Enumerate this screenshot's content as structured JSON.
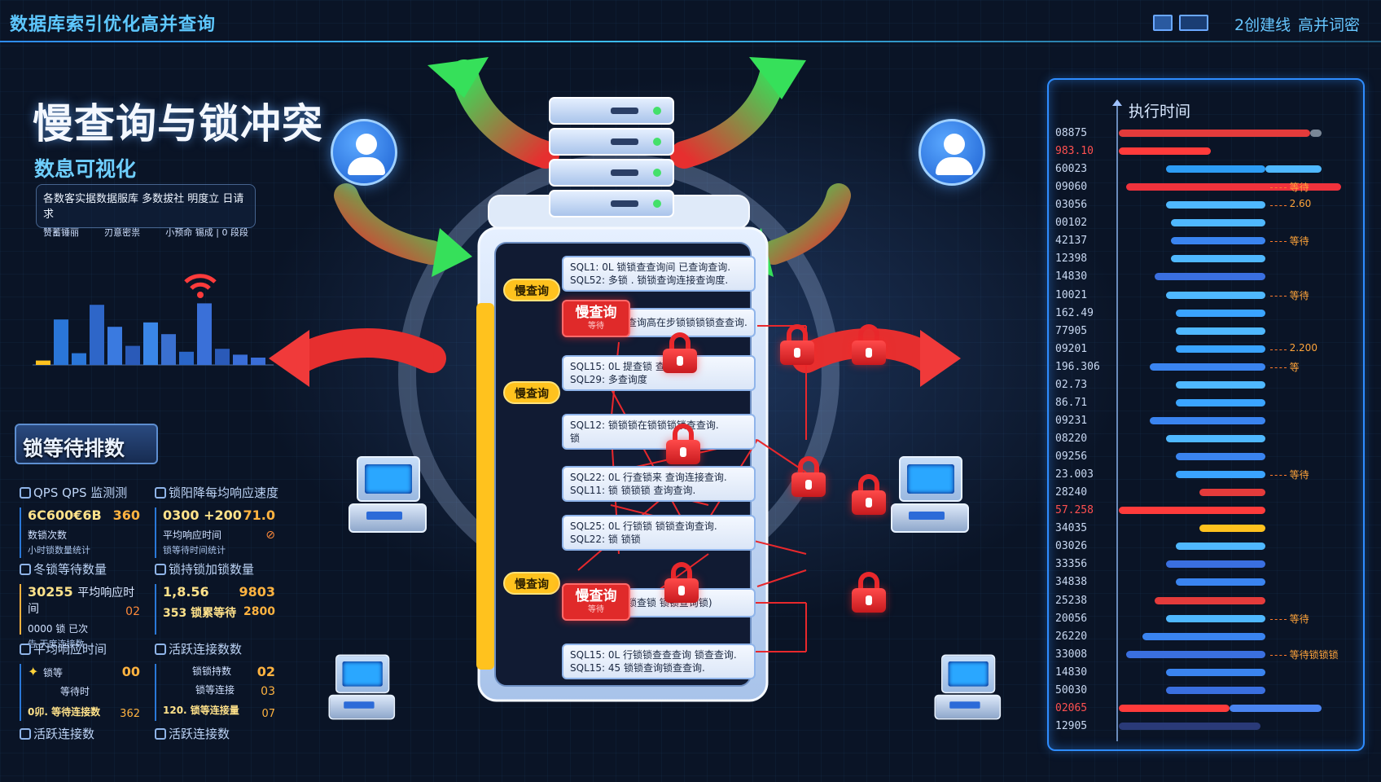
{
  "header": {
    "brand": "数据库索引优化高并查询",
    "link_1": "2创建线",
    "link_2": "高并词密"
  },
  "hero": {
    "title": "慢查询与锁冲突",
    "subtitle": "数息可视化",
    "desc_line": "各数客实据数据服库 多数拔社 明度立 日请求",
    "desc_items": [
      "赞蓄锤丽",
      "刃意密祟",
      "小预命 锡成 | 0 段段"
    ]
  },
  "rank_badge": "锁等待排数",
  "metrics": [
    {
      "title": "QPS QPS 监测测",
      "v1": "6C600€6B",
      "v1r": "360",
      "v2": "数锁次数",
      "v3": "小时锁数量统计"
    },
    {
      "title": "锁阳降每均响应速度",
      "v1": "0300 +200",
      "v1r": "71.0",
      "v2": "平均响应时间",
      "v2r": "⊘",
      "v3": "锁等待时间统计"
    },
    {
      "title": "冬锁等待数量",
      "v1": "30255",
      "v1_note": "平均响应时间",
      "v2": "0000 锁 已次",
      "v2r": "02",
      "v3": "告 天度连接数"
    },
    {
      "title": "锁持锁加锁数量",
      "v1": "1,8.56",
      "v1r": "9803",
      "v2": "353  锁累等待",
      "v2r": "2800"
    },
    {
      "title": "平均响应时间",
      "v1": "锁等",
      "v1r": "00",
      "v2": "等待时",
      "v3": "0卯. 等待连接数",
      "v3r": "362"
    },
    {
      "title": "活跃连接数数",
      "v1": "锁锁持数",
      "v1r": "02",
      "v2": "锁等连接",
      "v2r": "03",
      "v3": "120. 锁等连接量",
      "v3r": "07"
    }
  ],
  "foot_labels": [
    "活跃连接数",
    "活跃连接数"
  ],
  "center": {
    "slow_tag": "慢查询",
    "red_tag": "慢查询",
    "red_tag_small": "等待",
    "sql_cards": [
      {
        "s1": "SQL1: 0L 锁锁查查询间 已查询查询.",
        "s2": "SQL52: 多锁 . 锁锁查询连接查询度."
      },
      {
        "s1": "查询高在步锁锁锁锁查查询.",
        "s2": ""
      },
      {
        "s1": "SQL15: 0L 提查锁  查锁查度.",
        "s2": "SQL29: 多查询度"
      },
      {
        "s1": "SQL12: 锁锁锁在锁锁锁锁查查询.",
        "s2": "锁"
      },
      {
        "s1": "SQL22: 0L 行查锁来  查询连接查询.",
        "s2": "SQL11: 锁 锁锁锁 查询查询."
      },
      {
        "s1": "SQL25: 0L 行锁锁  锁锁查询查询.",
        "s2": "SQL22: 锁 锁锁"
      },
      {
        "s1": "锁查锁          锁锁查询锁)",
        "s2": ""
      },
      {
        "s1": "SQL15: 0L 行锁锁查查查询 锁查查询.",
        "s2": "SQL15: 45 锁锁查询锁查查询."
      }
    ]
  },
  "exec_panel": {
    "title": "执行时间",
    "rows": [
      {
        "label": "08875",
        "start": 0.0,
        "end": 0.81,
        "color": "#e43b3b",
        "tail": "#7a8797"
      },
      {
        "label": "983.10",
        "start": 0.0,
        "end": 0.39,
        "color": "#ff3b3b",
        "red_label": true
      },
      {
        "label": "60023",
        "start": 0.2,
        "end": 0.62,
        "color": "#2d9df5",
        "tail": "#4fb8ff"
      },
      {
        "label": "09060",
        "start": 0.03,
        "end": 0.94,
        "color": "#f0323c",
        "note": "等待",
        "tail": "#7a8797"
      },
      {
        "label": "03056",
        "start": 0.2,
        "end": 0.62,
        "color": "#4fb8ff",
        "note": "2.60"
      },
      {
        "label": "00102",
        "start": 0.22,
        "end": 0.62,
        "color": "#4fb8ff"
      },
      {
        "label": "42137",
        "start": 0.22,
        "end": 0.62,
        "color": "#3a84f0",
        "note": "等待"
      },
      {
        "label": "12398",
        "start": 0.22,
        "end": 0.62,
        "color": "#4fb8ff"
      },
      {
        "label": "14830",
        "start": 0.15,
        "end": 0.62,
        "color": "#3a6fe0"
      },
      {
        "label": "10021",
        "start": 0.2,
        "end": 0.62,
        "color": "#4fb8ff",
        "note": "等待"
      },
      {
        "label": "162.49",
        "start": 0.24,
        "end": 0.62,
        "color": "#3aa4ff"
      },
      {
        "label": "77905",
        "start": 0.24,
        "end": 0.62,
        "color": "#4fb8ff"
      },
      {
        "label": "09201",
        "start": 0.24,
        "end": 0.62,
        "color": "#3aa4ff",
        "note": "2.200"
      },
      {
        "label": "196.306",
        "start": 0.13,
        "end": 0.62,
        "color": "#3a84f0",
        "note": "等"
      },
      {
        "label": "02.73",
        "start": 0.24,
        "end": 0.62,
        "color": "#4fb8ff"
      },
      {
        "label": "86.71",
        "start": 0.24,
        "end": 0.62,
        "color": "#3aa4ff"
      },
      {
        "label": "09231",
        "start": 0.13,
        "end": 0.62,
        "color": "#3a84f0"
      },
      {
        "label": "08220",
        "start": 0.2,
        "end": 0.62,
        "color": "#4fb8ff"
      },
      {
        "label": "09256",
        "start": 0.24,
        "end": 0.62,
        "color": "#3a84f0"
      },
      {
        "label": "23.003",
        "start": 0.24,
        "end": 0.62,
        "color": "#3aa4ff",
        "note": "等待"
      },
      {
        "label": "28240",
        "start": 0.34,
        "end": 0.62,
        "color": "#e43b3b"
      },
      {
        "label": "57.258",
        "start": 0.0,
        "end": 0.62,
        "color": "#ff3b3b",
        "red_label": true
      },
      {
        "label": "34035",
        "start": 0.34,
        "end": 0.62,
        "color": "#ffc21e"
      },
      {
        "label": "03026",
        "start": 0.24,
        "end": 0.62,
        "color": "#4fb8ff"
      },
      {
        "label": "33356",
        "start": 0.2,
        "end": 0.62,
        "color": "#3a6fe0"
      },
      {
        "label": "34838",
        "start": 0.24,
        "end": 0.62,
        "color": "#3a84f0"
      },
      {
        "label": "25238",
        "start": 0.15,
        "end": 0.62,
        "color": "#e43b3b"
      },
      {
        "label": "20056",
        "start": 0.2,
        "end": 0.62,
        "color": "#4fb8ff",
        "note": "等待"
      },
      {
        "label": "26220",
        "start": 0.1,
        "end": 0.62,
        "color": "#3a84f0"
      },
      {
        "label": "33008",
        "start": 0.03,
        "end": 0.62,
        "color": "#3a6fe0",
        "note": "等待锁锁锁"
      },
      {
        "label": "14830",
        "start": 0.2,
        "end": 0.62,
        "color": "#3a84f0"
      },
      {
        "label": "50030",
        "start": 0.2,
        "end": 0.62,
        "color": "#3a6fe0"
      },
      {
        "label": "02065",
        "start": 0.0,
        "end": 0.47,
        "color": "#ff3b3b",
        "red_label": true,
        "tail": "#4a84f0"
      },
      {
        "label": "12905",
        "start": 0.0,
        "end": 0.6,
        "color": "#2a3a78"
      }
    ]
  },
  "mini_chart": {
    "values": [
      6,
      62,
      16,
      82,
      52,
      26,
      58,
      42,
      18,
      84,
      22,
      14,
      10
    ],
    "colors": [
      "#ffc21e",
      "#2a76d8",
      "#2a76d8",
      "#2e66c8",
      "#3a7ae0",
      "#2a5ab8",
      "#3a86e8",
      "#3a70d0",
      "#2a66c8",
      "#3a70d8",
      "#2a5ab8",
      "#3a6ed8",
      "#3a6ed8"
    ]
  }
}
